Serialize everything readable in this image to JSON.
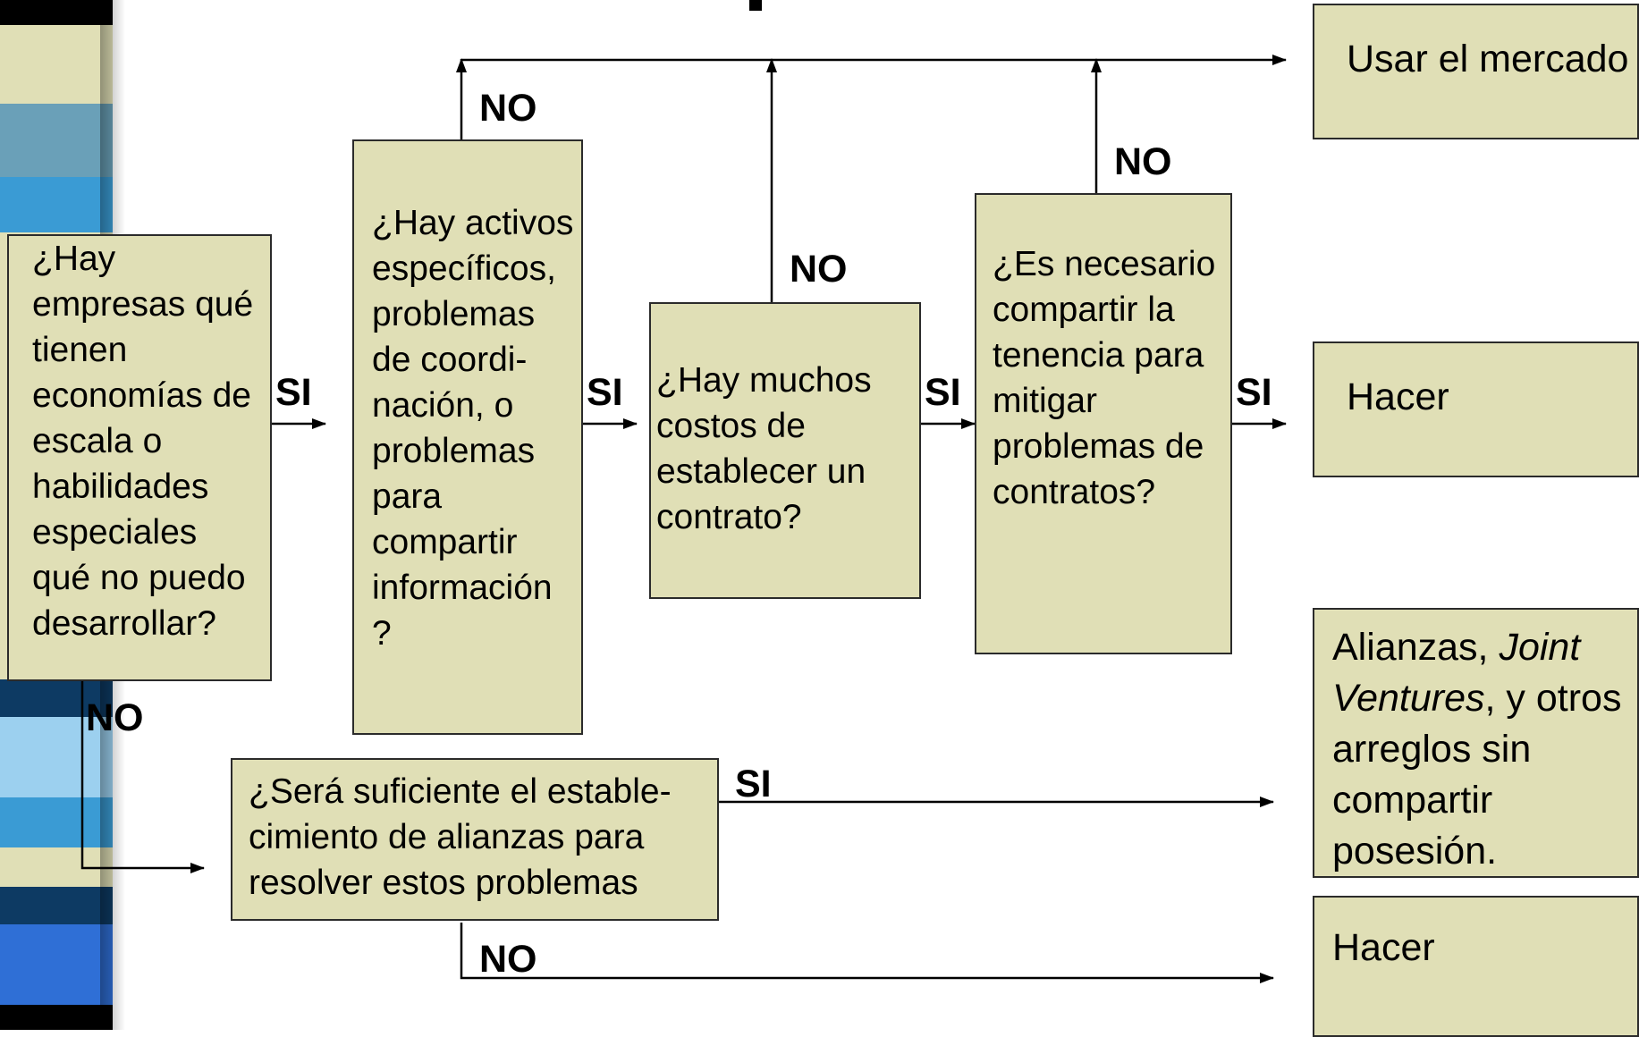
{
  "diagram": {
    "colors": {
      "box_fill": "#e0dfb6",
      "box_border": "#2b2b2b",
      "line": "#000000",
      "stripes": [
        "#000000",
        "#e0dfb6",
        "#6aa0b8",
        "#3a9bd4",
        "#0d3a63",
        "#9cd0ef",
        "#2f6fd6"
      ]
    },
    "boxes": {
      "q_economies": "¿Hay empresas qué tienen economías de escala o habilidades especiales qué no puedo desarrollar?",
      "q_assets": "¿Hay activos específicos, problemas de coordi-nación, o problemas para compartir información ?",
      "q_costs": "¿Hay muchos costos de establecer un contrato?",
      "q_share": "¿Es necesario compartir la tenencia para mitigar problemas de contratos?",
      "q_alliances": "¿Será suficiente el estable-cimiento de alianzas para resolver estos problemas",
      "out_market": "Usar el mercado",
      "out_make_1": "Hacer",
      "out_alliances_pre": "Alianzas, ",
      "out_alliances_em": "Joint Ventures",
      "out_alliances_post": ", y otros arreglos sin compartir posesión.",
      "out_make_2": "Hacer"
    },
    "labels": {
      "yes": "SI",
      "no": "NO"
    }
  }
}
